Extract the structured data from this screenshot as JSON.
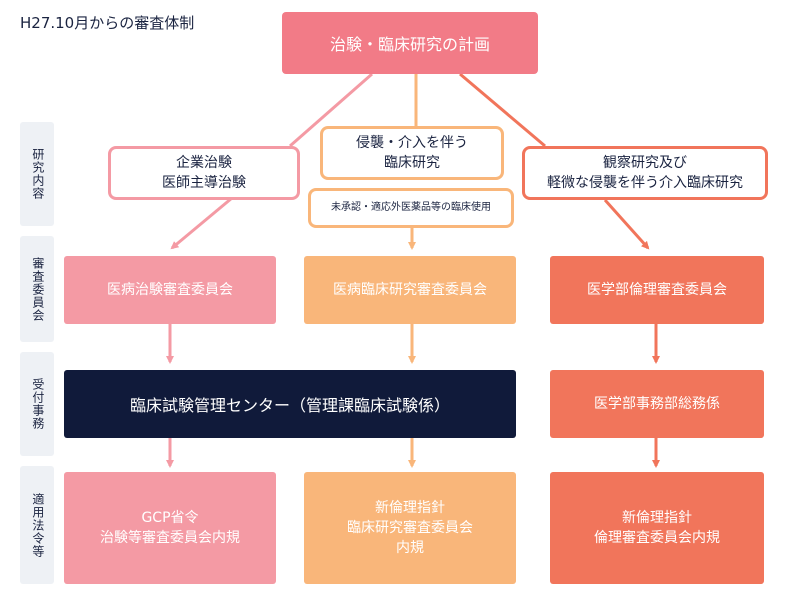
{
  "title": "H27.10月からの審査体制",
  "top_box": "治験・臨床研究の計画",
  "row_labels": {
    "research": "研究内容",
    "review": "審査委員会",
    "reception": "受付事務",
    "law": "適用法令等"
  },
  "research": {
    "corporate_line1": "企業治験",
    "corporate_line2": "医師主導治験",
    "invasive_line1": "侵襲・介入を伴う",
    "invasive_line2": "臨床研究",
    "invasive_note": "未承認・適応外医薬品等の臨床使用",
    "observational_line1": "観察研究及び",
    "observational_line2": "軽微な侵襲を伴う介入臨床研究"
  },
  "committees": {
    "clinical_trial": "医病治験審査委員会",
    "clinical_research": "医病臨床研究審査委員会",
    "ethics": "医学部倫理審査委員会"
  },
  "reception": {
    "center": "臨床試験管理センター（管理課臨床試験係）",
    "general_affairs": "医学部事務部総務係"
  },
  "regulations": {
    "gcp_line1": "GCP省令",
    "gcp_line2": "治験等審査委員会内規",
    "new_ethics_a_line1": "新倫理指針",
    "new_ethics_a_line2": "臨床研究審査委員会",
    "new_ethics_a_line3": "内規",
    "new_ethics_b_line1": "新倫理指針",
    "new_ethics_b_line2": "倫理審査委員会内規"
  },
  "colors": {
    "pink": "#f49aa4",
    "peach": "#f9b67a",
    "orange": "#f1755b",
    "top": "#f27b87",
    "navy": "#101a3a"
  }
}
